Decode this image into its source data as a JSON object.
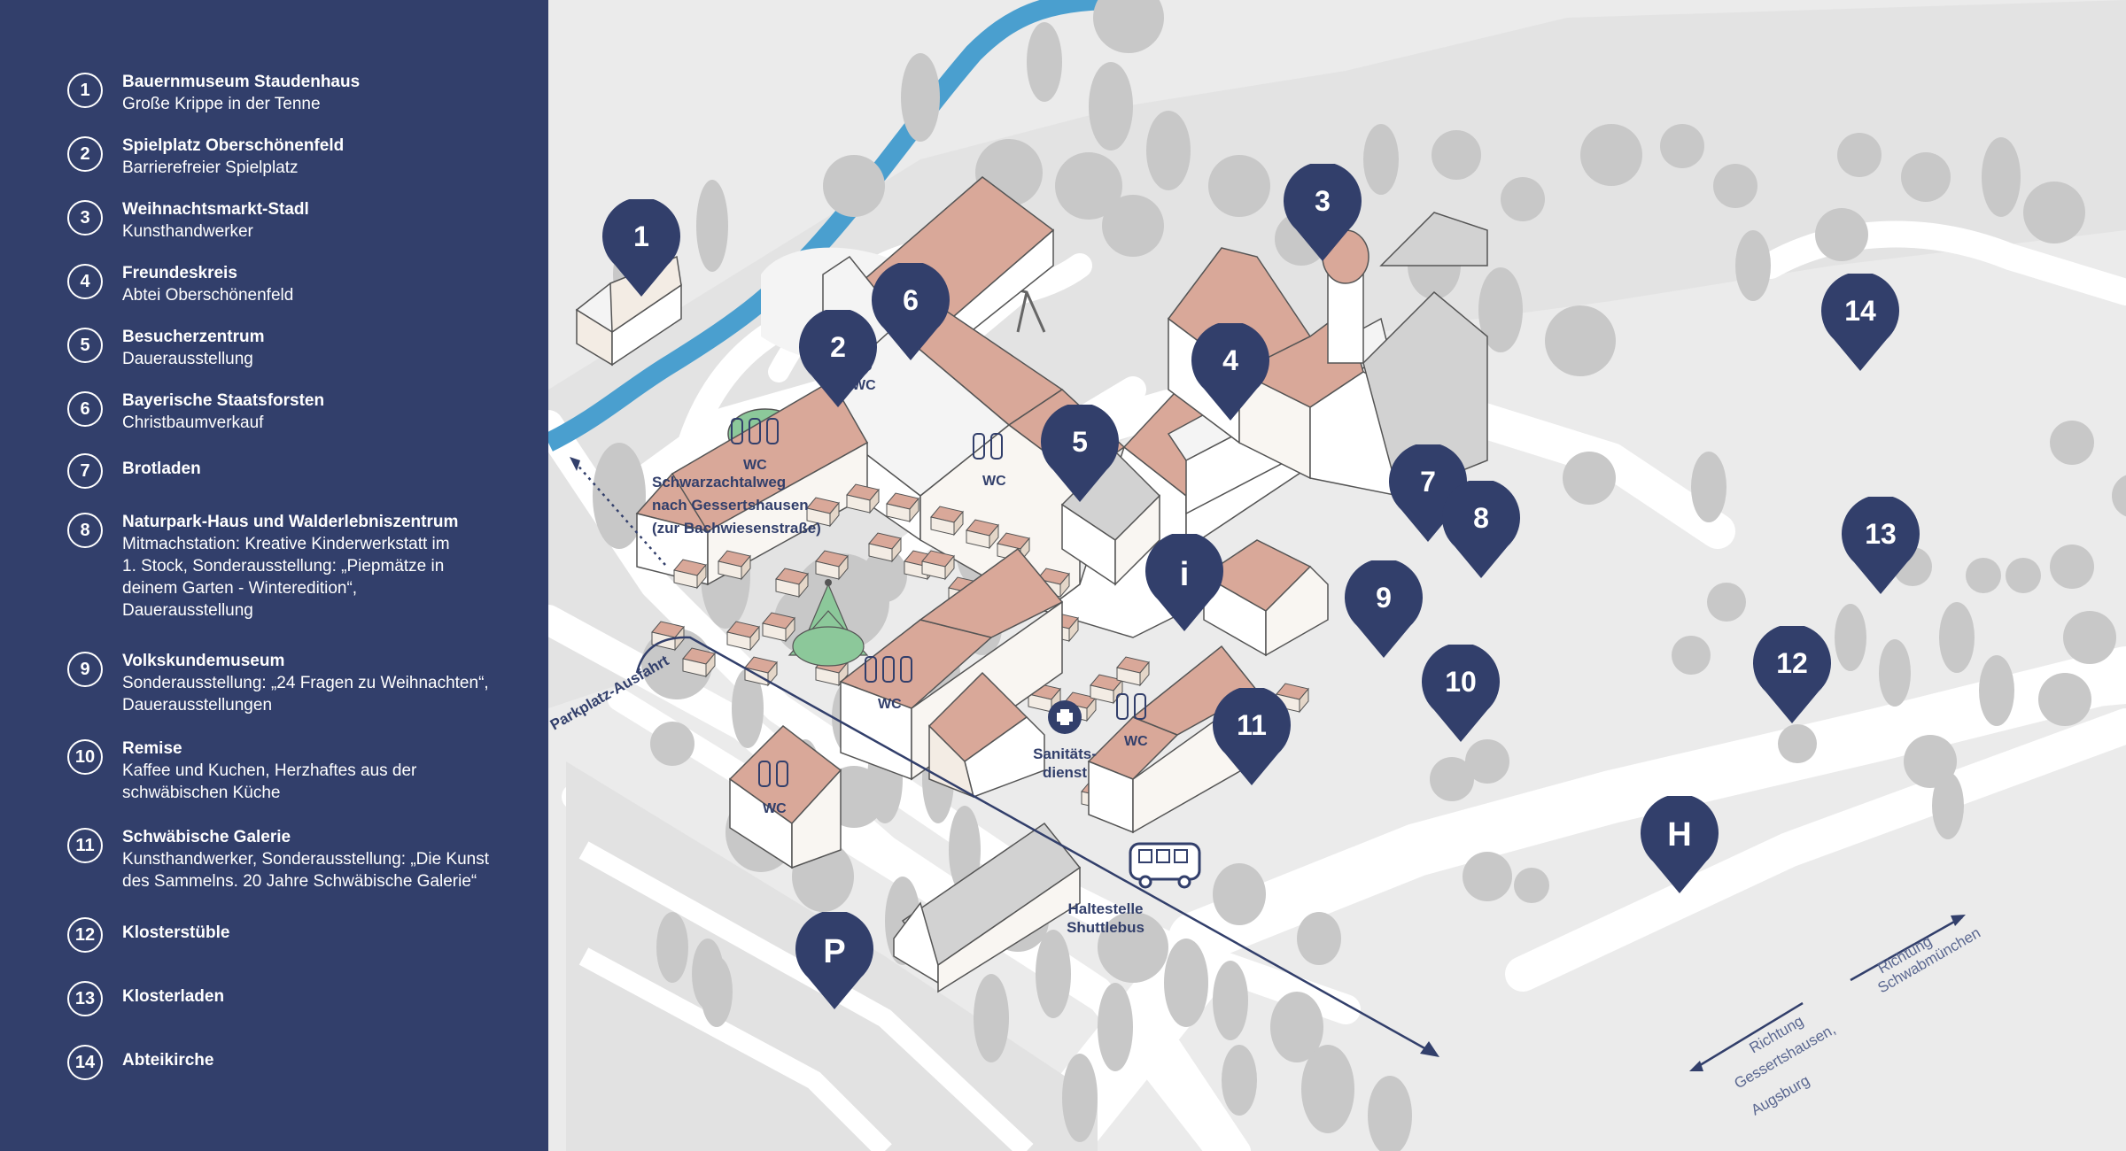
{
  "legend": [
    {
      "num": "1",
      "title": "Bauernmuseum Staudenhaus",
      "desc": "Große Krippe in der Tenne"
    },
    {
      "num": "2",
      "title": "Spielplatz Oberschönenfeld",
      "desc": "Barrierefreier Spielplatz"
    },
    {
      "num": "3",
      "title": "Weihnachtsmarkt-Stadl",
      "desc": "Kunsthandwerker"
    },
    {
      "num": "4",
      "title": "Freundeskreis",
      "desc": "Abtei Oberschönenfeld"
    },
    {
      "num": "5",
      "title": "Besucherzentrum",
      "desc": "Dauerausstellung"
    },
    {
      "num": "6",
      "title": "Bayerische Staatsforsten",
      "desc": "Christbaumverkauf"
    },
    {
      "num": "7",
      "title": "Brotladen",
      "desc": ""
    },
    {
      "num": "8",
      "title": "Naturpark-Haus und Walderlebniszentrum",
      "desc": "Mitmachstation: Kreative Kinderwerkstatt im 1. Stock, Sonderausstellung: „Piepmätze in deinem Garten - Winteredition“, Dauerausstellung"
    },
    {
      "num": "9",
      "title": "Volkskundemuseum",
      "desc": "Sonderausstellung: „24 Fragen zu Weihnachten“, Dauerausstellungen"
    },
    {
      "num": "10",
      "title": "Remise",
      "desc": "Kaffee und Kuchen, Herzhaftes aus der schwäbischen Küche"
    },
    {
      "num": "11",
      "title": "Schwäbische Galerie",
      "desc": "Kunsthandwerker, Sonderausstellung: „Die Kunst des Sammelns. 20 Jahre Schwäbische Galerie“"
    },
    {
      "num": "12",
      "title": "Klosterstüble",
      "desc": ""
    },
    {
      "num": "13",
      "title": "Klosterladen",
      "desc": ""
    },
    {
      "num": "14",
      "title": "Abteikirche",
      "desc": ""
    }
  ],
  "map": {
    "info_label": "i",
    "wc_label": "WC",
    "parking_label": "P",
    "bus_stop_label": "H",
    "bus_stop_name_1": "Haltestelle",
    "bus_stop_name_2": "Shuttlebus",
    "first_aid_1": "Sanitäts-",
    "first_aid_2": "dienst",
    "walk_1": "Schwarzachtalweg",
    "walk_2": "nach Gessertshausen",
    "walk_3": "(zur Bachwiesenstraße)",
    "exit_label": "Parkplatz-Ausfahrt",
    "dir_north_1": "Richtung",
    "dir_north_2": "Schwabmünchen",
    "dir_south_1": "Richtung",
    "dir_south_2": "Gessertshausen,",
    "dir_south_3": "Augsburg"
  },
  "colors": {
    "navy": "#323f6b",
    "roof": "#d9a899",
    "river": "#4a9fcf",
    "tree": "#c8c8c8",
    "road": "#ffffff",
    "ground": "#ebebeb",
    "green": "#8cc89a"
  }
}
